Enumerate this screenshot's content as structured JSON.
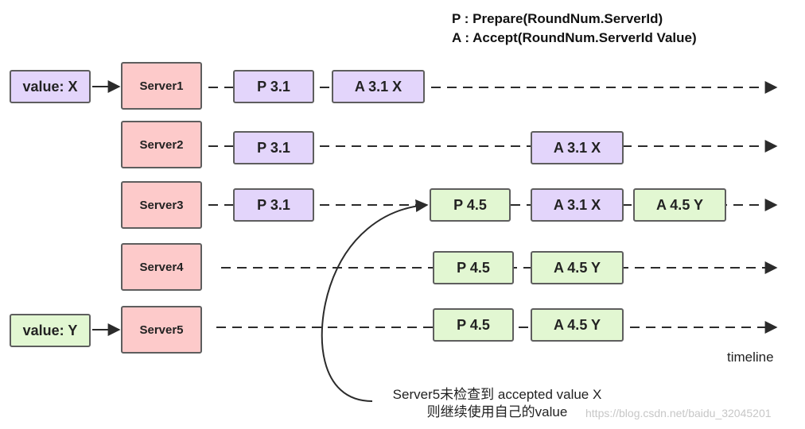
{
  "legend": {
    "prepare": "P : Prepare(RoundNum.ServerId)",
    "accept": "A : Accept(RoundNum.ServerId Value)"
  },
  "clients": [
    {
      "label": "value: X",
      "color": "purple"
    },
    {
      "label": "value: Y",
      "color": "green"
    }
  ],
  "servers": [
    "Server1",
    "Server2",
    "Server3",
    "Server4",
    "Server5"
  ],
  "messages": {
    "s1_p31": "P 3.1",
    "s1_a31x": "A 3.1 X",
    "s2_p31": "P 3.1",
    "s2_a31x": "A 3.1 X",
    "s3_p31": "P 3.1",
    "s3_p45": "P 4.5",
    "s3_a31x": "A 3.1 X",
    "s3_a45y": "A 4.5 Y",
    "s4_p45": "P 4.5",
    "s4_a45y": "A 4.5 Y",
    "s5_p45": "P 4.5",
    "s5_a45y": "A 4.5 Y"
  },
  "timeline_label": "timeline",
  "note": {
    "line1": "Server5未检查到 accepted value X",
    "line2": "则继续使用自己的value"
  },
  "watermark": "https://blog.csdn.net/baidu_32045201",
  "colors": {
    "purple": "#e3d5fb",
    "green": "#e2f7d2",
    "pink": "#fdcaca",
    "border": "#5e5e5e"
  }
}
